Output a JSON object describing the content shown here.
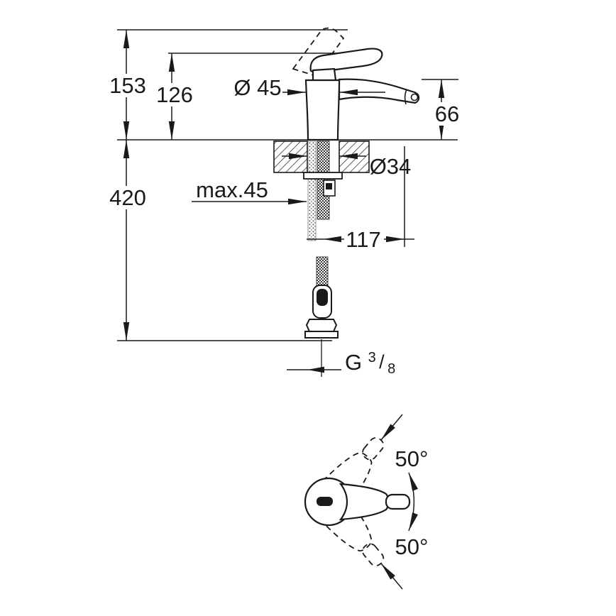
{
  "page": {
    "background": "#ffffff",
    "line_color": "#1a1a1a"
  },
  "front_view": {
    "dims": {
      "height_open": "153",
      "height_closed": "126",
      "body_diameter": "Ø 45",
      "spout_height": "66",
      "hose_length": "420",
      "hole_diameter": "Ø34",
      "max_thickness": "max.45",
      "spout_reach": "117",
      "thread": {
        "prefix": "G",
        "numerator": "3",
        "slash": "/",
        "denominator": "8"
      }
    }
  },
  "top_view": {
    "dims": {
      "swing_up": "50°",
      "swing_down": "50°"
    }
  }
}
